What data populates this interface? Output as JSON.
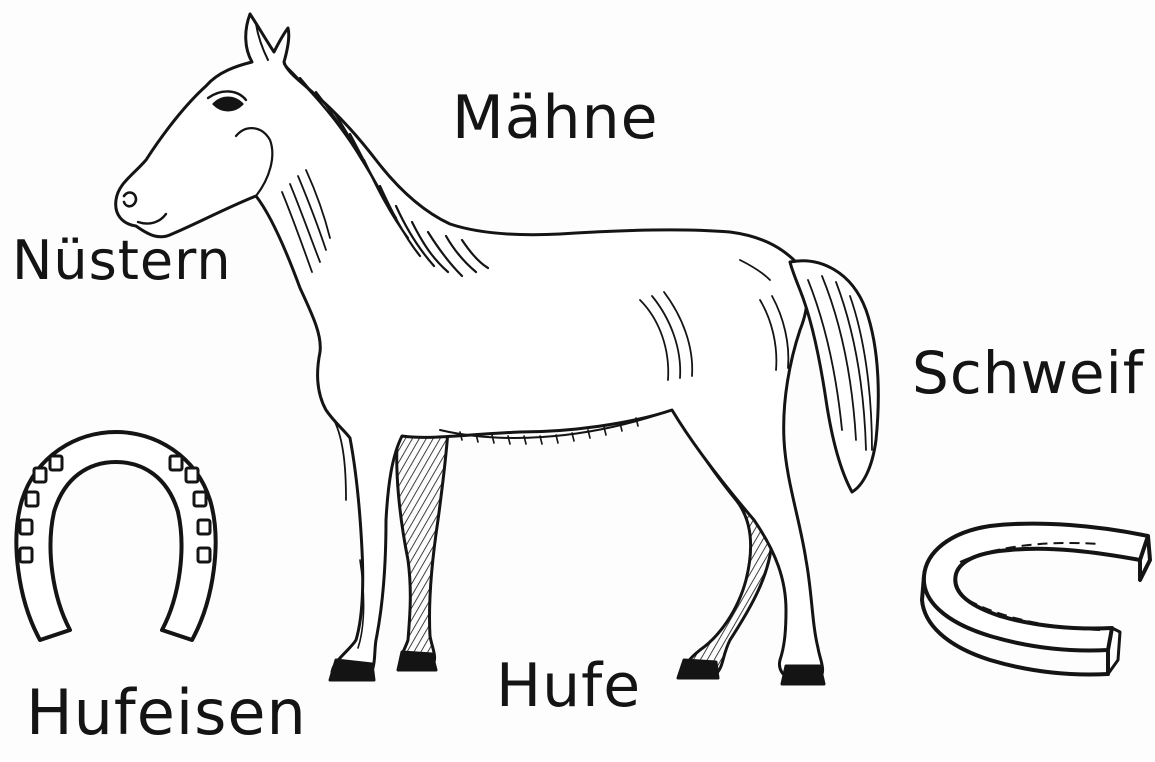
{
  "labels": {
    "mane": "Mähne",
    "nostrils": "Nüstern",
    "tail": "Schweif",
    "hooves": "Hufe",
    "horseshoe": "Hufeisen"
  },
  "figures": {
    "horse": "horse",
    "horseshoe_front": "horseshoe",
    "horseshoe_side": "horseshoe"
  },
  "colors": {
    "ink": "#141414",
    "paper": "#fdfdfd"
  }
}
